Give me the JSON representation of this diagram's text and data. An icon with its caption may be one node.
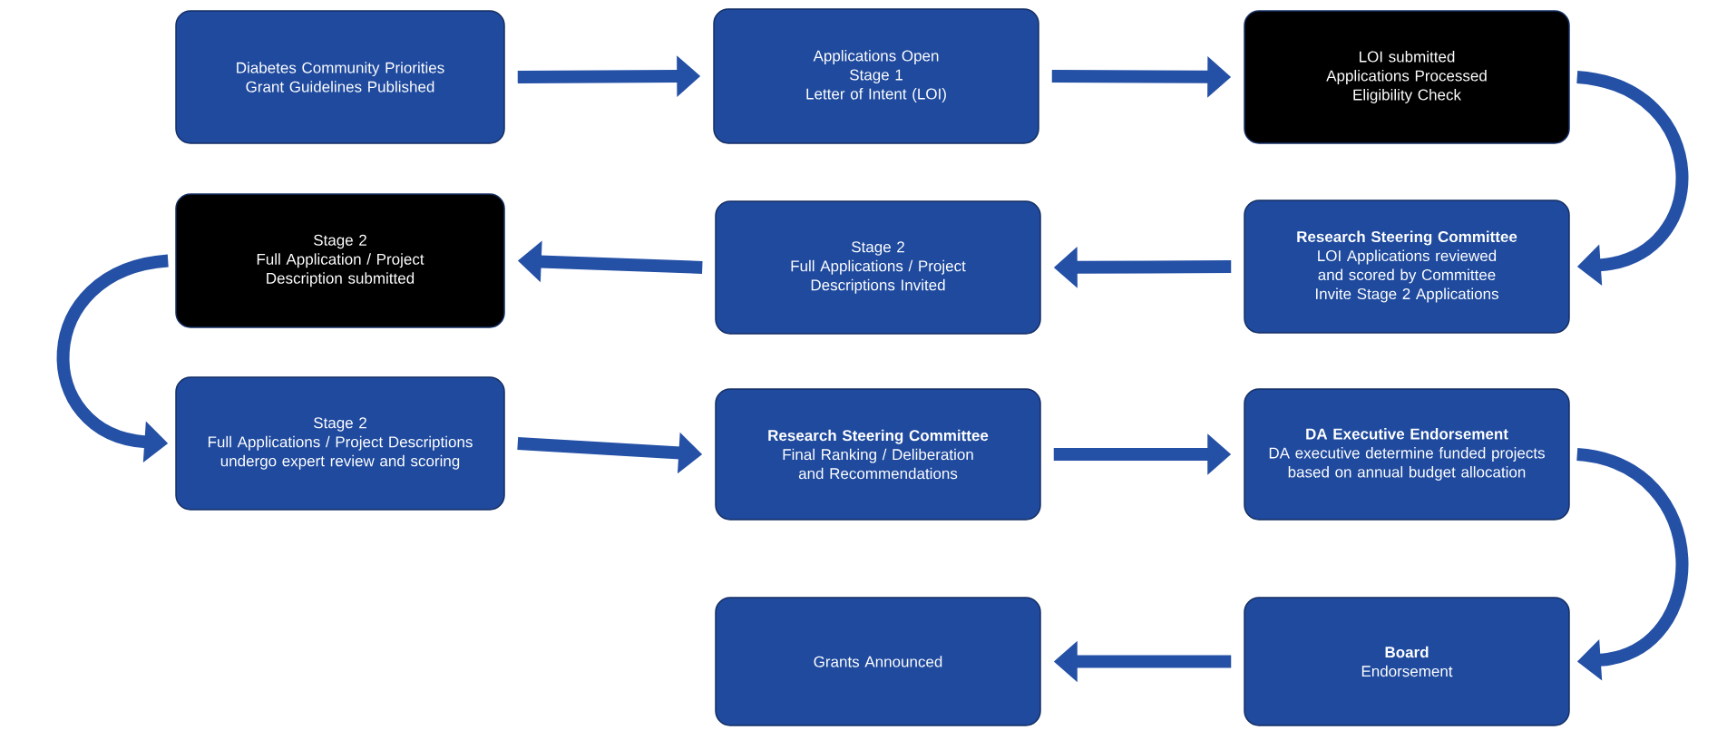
{
  "diagram": {
    "nodes": [
      {
        "text": [
          "Diabetes Community Priorities Grant Guidelines Published"
        ]
      },
      {
        "text": [
          "Applications Open",
          "Stage 1",
          "Letter of Intent (LOI)"
        ]
      },
      {
        "text": [
          "LOI submitted",
          "Applications Processed",
          "Eligibility Check"
        ]
      },
      {
        "text": [
          "Stage 2",
          "Full Application / Project Description submitted"
        ]
      },
      {
        "text": [
          "Stage 2",
          "Full Applications / Project Descriptions Invited"
        ]
      },
      {
        "text": [
          "Research Steering Committee",
          "LOI Applications reviewed and scored by Committee",
          "Invite Stage 2 Applications"
        ]
      },
      {
        "text": [
          "Stage 2",
          "Full Applications / Project Descriptions undergo expert review and scoring"
        ]
      },
      {
        "text": [
          "Research Steering Committee",
          "Final Ranking / Deliberation and Recommendations"
        ]
      },
      {
        "text": [
          "DA Executive Endorsement",
          "DA executive determine funded projects based on annual budget allocation"
        ]
      },
      {
        "text": [
          "Grants Announced"
        ]
      },
      {
        "text": [
          "Board",
          "Endorsement"
        ]
      }
    ],
    "edges": [
      {
        "from": 0,
        "to": 1,
        "arrow": "to"
      },
      {
        "from": 1,
        "to": 2,
        "arrow": "to"
      },
      {
        "from": 2,
        "to": 5,
        "arrow": "to"
      },
      {
        "from": 5,
        "to": 4,
        "arrow": "to"
      },
      {
        "from": 4,
        "to": 3,
        "arrow": "to"
      },
      {
        "from": 3,
        "to": 6,
        "arrow": "to"
      },
      {
        "from": 6,
        "to": 7,
        "arrow": "to"
      },
      {
        "from": 7,
        "to": 8,
        "arrow": "to"
      },
      {
        "from": 8,
        "to": 10,
        "arrow": "to"
      },
      {
        "from": 10,
        "to": 9,
        "arrow": "to"
      }
    ]
  }
}
